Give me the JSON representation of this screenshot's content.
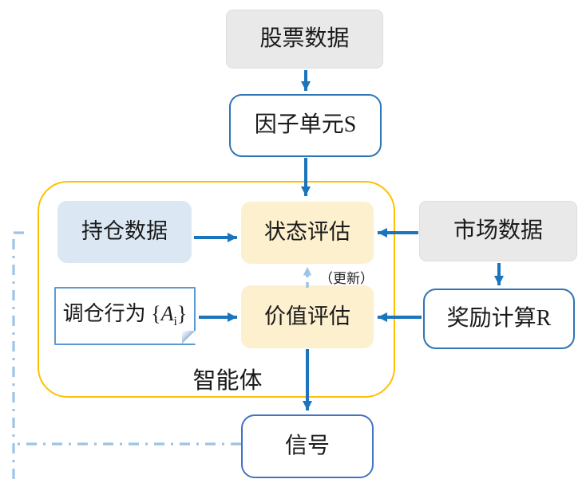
{
  "diagram": {
    "nodes": {
      "stock_data": {
        "label": "股票数据"
      },
      "factor_unit": {
        "label": "因子单元S"
      },
      "position_data": {
        "label": "持仓数据"
      },
      "state_eval": {
        "label": "状态评估"
      },
      "market_data": {
        "label": "市场数据"
      },
      "rebalance_action": {
        "label_prefix": "调仓行为 {",
        "var": "A",
        "sub": "i",
        "suffix": "}"
      },
      "value_eval": {
        "label": "价值评估"
      },
      "reward_calc": {
        "label": "奖励计算R"
      },
      "signal": {
        "label": "信号"
      },
      "agent_group": {
        "label": "智能体"
      }
    },
    "annotations": {
      "update_label": "（更新）"
    },
    "edges": [
      {
        "from": "股票数据",
        "to": "因子单元S",
        "style": "solid-blue-arrow"
      },
      {
        "from": "因子单元S",
        "to": "状态评估",
        "style": "solid-blue-arrow"
      },
      {
        "from": "持仓数据",
        "to": "状态评估",
        "style": "solid-blue-arrow"
      },
      {
        "from": "市场数据",
        "to": "状态评估",
        "style": "solid-blue-arrow"
      },
      {
        "from": "调仓行为 {Ai}",
        "to": "价值评估",
        "style": "solid-blue-arrow"
      },
      {
        "from": "奖励计算R",
        "to": "价值评估",
        "style": "solid-blue-arrow"
      },
      {
        "from": "市场数据",
        "to": "奖励计算R",
        "style": "solid-blue-arrow"
      },
      {
        "from": "价值评估",
        "to": "信号",
        "style": "solid-blue-arrow"
      },
      {
        "from": "价值评估",
        "to": "状态评估",
        "style": "dashed-lightblue-arrow",
        "label": "（更新）"
      },
      {
        "from": "信号",
        "to": "左侧反馈回路",
        "style": "dash-dot-lightblue-line"
      }
    ],
    "colors": {
      "arrow_blue": "#1B75BC",
      "box_border_blue": "#2E75B6",
      "signal_border_blue": "#4472C4",
      "note_border_blue": "#5B9BD5",
      "agent_border_gold": "#FFC000",
      "gray_fill": "#E9E9E9",
      "light_blue_fill": "#DBE8F4",
      "cream_fill": "#FCF0CF",
      "dashed_light_blue": "#9DC3E6",
      "text": "#1A1A1A"
    }
  }
}
